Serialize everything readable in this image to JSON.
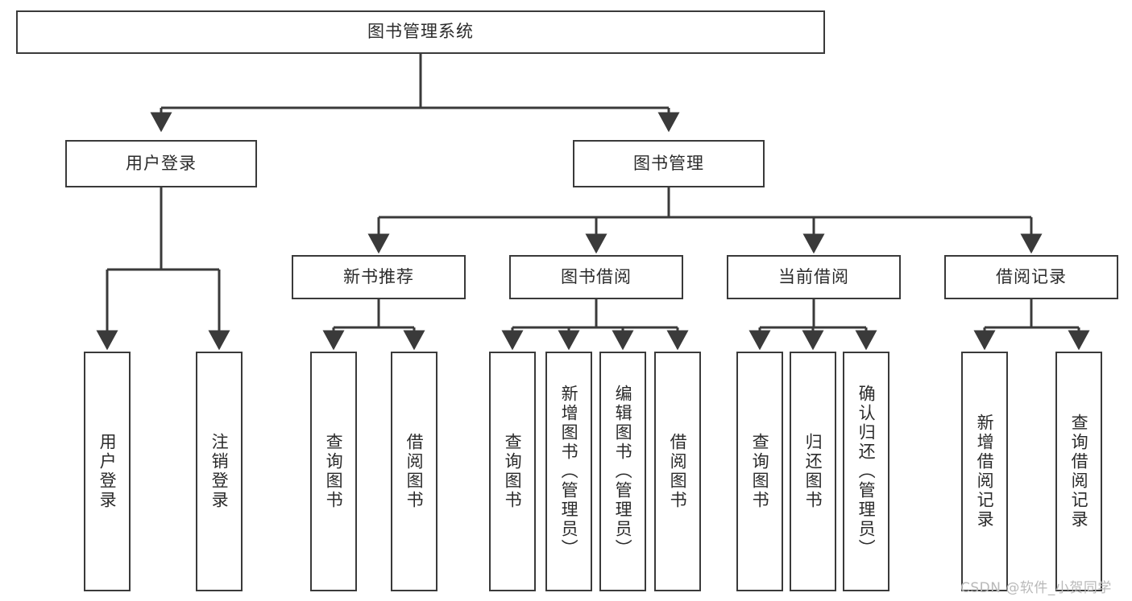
{
  "diagram": {
    "title": "图书管理系统",
    "type": "tree-hierarchy",
    "watermark": "CSDN @软件_小贺同学",
    "colors": {
      "box_border": "#3a3a3a",
      "box_fill": "#ffffff",
      "connector": "#3a3a3a",
      "text": "#2b2b2b",
      "watermark": "#b9b9b9",
      "background": "#ffffff"
    },
    "nodes": {
      "root": {
        "label": "图书管理系统"
      },
      "level1": [
        {
          "id": "user-login",
          "label": "用户登录"
        },
        {
          "id": "book-management",
          "label": "图书管理"
        }
      ],
      "level2": [
        {
          "id": "new-book-recommend",
          "label": "新书推荐"
        },
        {
          "id": "book-borrow",
          "label": "图书借阅"
        },
        {
          "id": "current-borrow",
          "label": "当前借阅"
        },
        {
          "id": "borrow-record",
          "label": "借阅记录"
        }
      ],
      "leaves": {
        "user_login": [
          {
            "id": "leaf-user-login",
            "label": "用户登录"
          },
          {
            "id": "leaf-logout",
            "label": "注销登录"
          }
        ],
        "new_book_recommend": [
          {
            "id": "leaf-query-book-1",
            "label": "查询图书"
          },
          {
            "id": "leaf-borrow-book-1",
            "label": "借阅图书"
          }
        ],
        "book_borrow": [
          {
            "id": "leaf-query-book-2",
            "label": "查询图书"
          },
          {
            "id": "leaf-add-book",
            "label": "新增图书（管理员）"
          },
          {
            "id": "leaf-edit-book",
            "label": "编辑图书（管理员）"
          },
          {
            "id": "leaf-borrow-book-2",
            "label": "借阅图书"
          }
        ],
        "current_borrow": [
          {
            "id": "leaf-query-book-3",
            "label": "查询图书"
          },
          {
            "id": "leaf-return-book",
            "label": "归还图书"
          },
          {
            "id": "leaf-confirm-return",
            "label": "确认归还（管理员）"
          }
        ],
        "borrow_record": [
          {
            "id": "leaf-add-record",
            "label": "新增借阅记录"
          },
          {
            "id": "leaf-query-record",
            "label": "查询借阅记录"
          }
        ]
      }
    }
  }
}
